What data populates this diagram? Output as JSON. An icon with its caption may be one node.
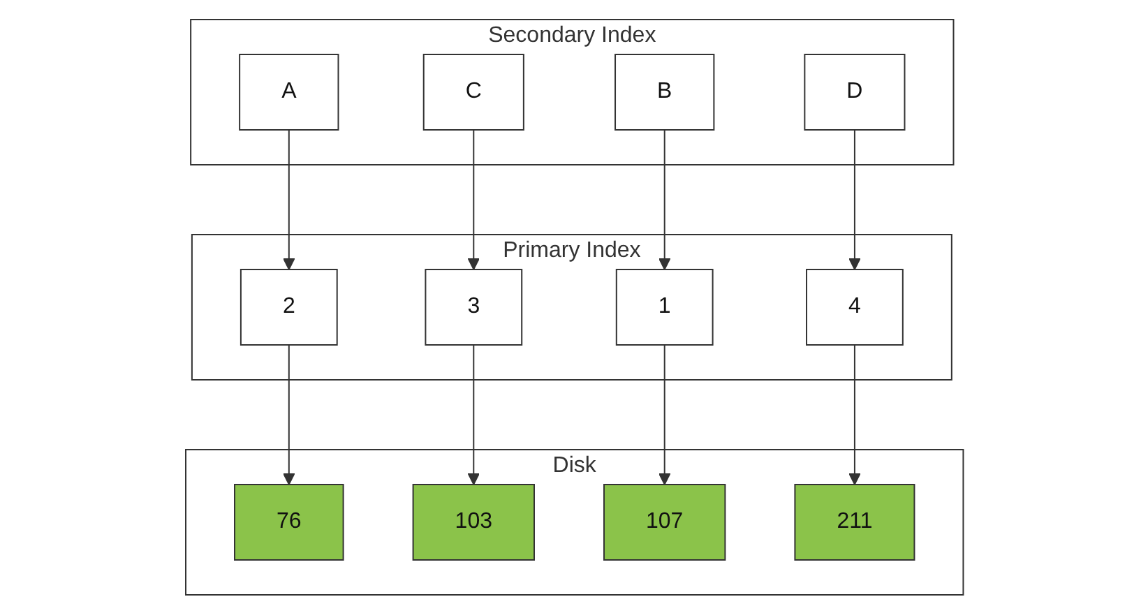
{
  "diagram": {
    "nodes": [
      {
        "text": [
          "Secondary Index"
        ]
      },
      {
        "text": [
          "A"
        ],
        "in": 0
      },
      {
        "text": [
          "B"
        ],
        "in": 0
      },
      {
        "text": [
          "C"
        ],
        "in": 0
      },
      {
        "text": [
          "D"
        ],
        "in": 0
      },
      {
        "text": [
          "Primary Index"
        ]
      },
      {
        "text": [
          "1"
        ],
        "in": 5
      },
      {
        "text": [
          "2"
        ],
        "in": 5
      },
      {
        "text": [
          "3"
        ],
        "in": 5
      },
      {
        "text": [
          "4"
        ],
        "in": 5
      },
      {
        "text": [
          "Disk"
        ]
      },
      {
        "text": [
          "76"
        ],
        "in": 10
      },
      {
        "text": [
          "103"
        ],
        "in": 10
      },
      {
        "text": [
          "107"
        ],
        "in": 10
      },
      {
        "text": [
          "211"
        ],
        "in": 10
      }
    ],
    "edges": [
      {
        "from": 1,
        "to": 7,
        "arrow": "to"
      },
      {
        "from": 2,
        "to": 6,
        "arrow": "to"
      },
      {
        "from": 3,
        "to": 8,
        "arrow": "to"
      },
      {
        "from": 4,
        "to": 9,
        "arrow": "to"
      },
      {
        "from": 6,
        "to": 13,
        "arrow": "to"
      },
      {
        "from": 7,
        "to": 11,
        "arrow": "to"
      },
      {
        "from": 8,
        "to": 12,
        "arrow": "to"
      },
      {
        "from": 9,
        "to": 14,
        "arrow": "to"
      }
    ]
  }
}
